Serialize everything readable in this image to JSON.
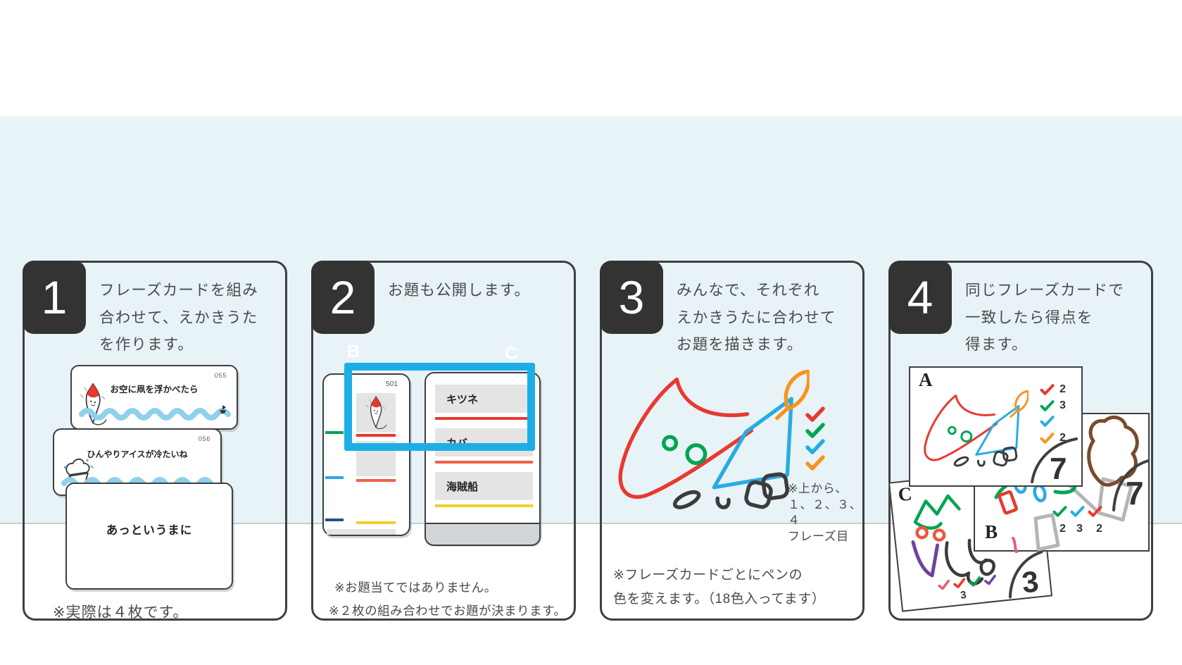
{
  "colors": {
    "band_background": "#e8f3f8",
    "frame_accent": "#1daee6",
    "pen_red": "#e8392f",
    "pen_green": "#00a551",
    "pen_blue": "#29abe2",
    "pen_orange": "#f7941d",
    "pen_purple": "#6f42a0",
    "pen_pink": "#e85d75",
    "pen_brown": "#7a4a2b",
    "pen_gray": "#b5b5b5",
    "badge_background": "#333333"
  },
  "steps": [
    {
      "number": "1",
      "heading_lines": [
        "フレーズカードを組み",
        "合わせて、えかきうた",
        "を作ります。"
      ],
      "cards": [
        {
          "num": "055",
          "title": "お空に凧を浮かべたら"
        },
        {
          "num": "056",
          "title": "ひんやりアイスが冷たいね"
        },
        {
          "num": "",
          "title": "あっというまに"
        }
      ],
      "note": "※実際は４枚です。"
    },
    {
      "number": "2",
      "heading_lines": [
        "お題も公開します。"
      ],
      "label_b": "B",
      "label_c": "C",
      "sheet_id": "S01",
      "topics": [
        "キツネ",
        "カバ",
        "海賊船"
      ],
      "notes": [
        "※お題当てではありません。",
        "※２枚の組み合わせでお題が決まります。"
      ]
    },
    {
      "number": "3",
      "heading_lines": [
        "みんなで、それぞれ",
        "えかきうたに合わせて",
        "お題を描きます。"
      ],
      "side_note_lines": [
        "※上から、",
        "１、２、３、４",
        "フレーズ目"
      ],
      "notes": [
        "※フレーズカードごとにペンの",
        "色を変えます。（18色入ってます）"
      ]
    },
    {
      "number": "4",
      "heading_lines": [
        "同じフレーズカードで",
        "一致したら得点を",
        "得ます。"
      ],
      "result_cards": {
        "a": {
          "label": "A",
          "scores": [
            "2",
            "3",
            "",
            "2"
          ],
          "total": "7"
        },
        "b": {
          "label": "B",
          "scores": [
            "2",
            "3",
            "2"
          ],
          "total": "7"
        },
        "c": {
          "label": "C",
          "scores": [
            "3"
          ],
          "total": "3"
        }
      }
    }
  ]
}
